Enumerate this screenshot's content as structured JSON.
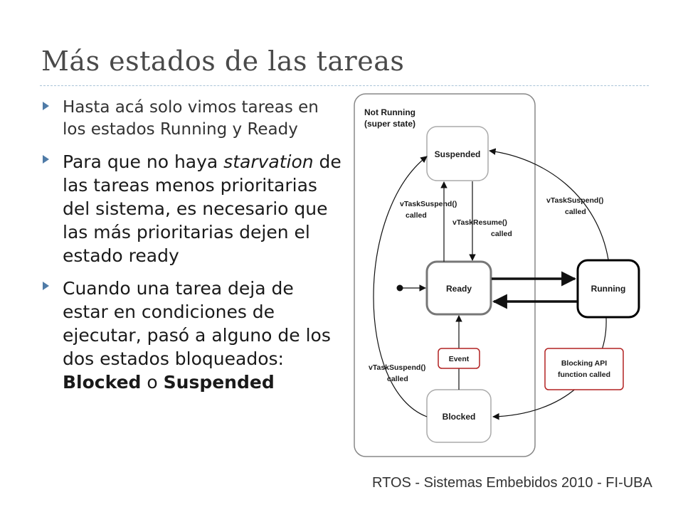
{
  "slide": {
    "title": "Más estados de las tareas",
    "footer": "RTOS - Sistemas Embebidos 2010 - FI-UBA"
  },
  "bullets": [
    {
      "text": "Hasta acá solo vimos tareas en los estados Running y Ready"
    },
    {
      "before": "Para que no haya ",
      "emphasis": "starvation",
      "after": " de las tareas menos prioritarias del sistema, es necesario que las más prioritarias dejen el estado ready"
    },
    {
      "before": "Cuando una tarea deja de estar en condiciones de ejecutar, pasó a alguno de los dos estados bloqueados: ",
      "bold1": "Blocked",
      "middle": " o ",
      "bold2": "Suspended"
    }
  ],
  "diagram": {
    "superstate_line1": "Not Running",
    "superstate_line2": "(super state)",
    "states": {
      "suspended": "Suspended",
      "ready": "Ready",
      "running": "Running",
      "blocked": "Blocked"
    },
    "labels": {
      "suspend_ready_1": "vTaskSuspend()",
      "suspend_ready_2": "called",
      "resume_1": "vTaskResume()",
      "resume_2": "called",
      "suspend_running_1": "vTaskSuspend()",
      "suspend_running_2": "called",
      "event": "Event",
      "suspend_blocked_1": "vTaskSuspend()",
      "suspend_blocked_2": "called",
      "blocking_1": "Blocking API",
      "blocking_2": "function called"
    },
    "colors": {
      "event_border": "#b22222",
      "state_border": "#777777",
      "running_border": "#000000"
    }
  }
}
